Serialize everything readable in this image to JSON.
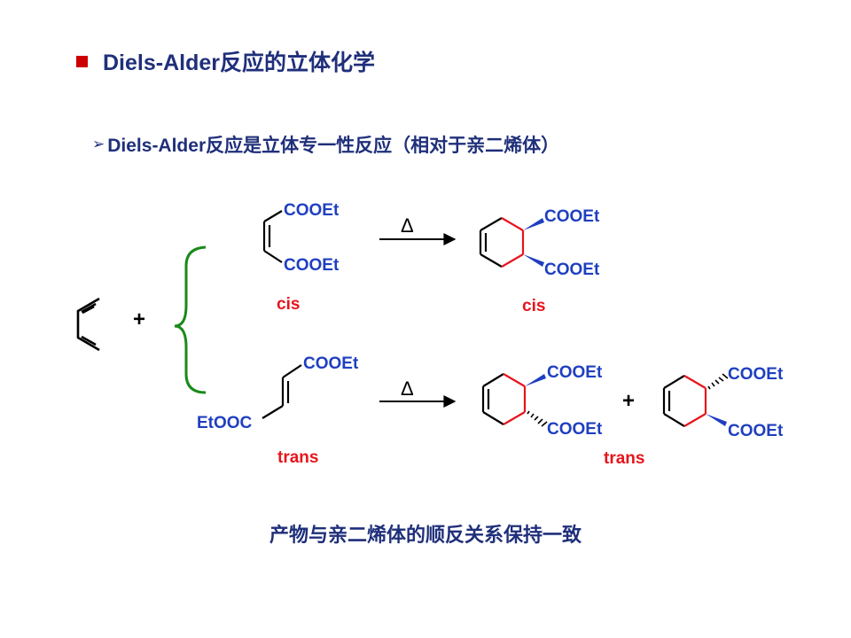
{
  "title": "Diels-Alder反应的立体化学",
  "subtitle": "Diels-Alder反应是立体专一性反应（相对于亲二烯体）",
  "conclusion": "产物与亲二烯体的顺反关系保持一致",
  "scheme": {
    "plus": "+",
    "delta": "Δ",
    "ester": "COOEt",
    "ester_left": "EtOOC",
    "cis_label": "cis",
    "trans_label": "trans"
  },
  "colors": {
    "heading": "#1f2f7a",
    "bullet": "#cc0000",
    "label_blue": "#1f3fc0",
    "label_red": "#e8141c",
    "bracket": "#1a8a1a"
  }
}
